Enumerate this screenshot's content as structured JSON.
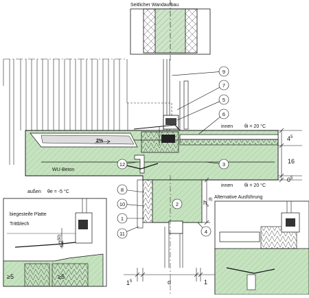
{
  "title_top": "Seitlicher Wandaufbau",
  "label_alt": "Alternative Ausführung",
  "label_wu_beton": "WU-Beton",
  "label_aussen": "außen",
  "label_aussen_temp": "θe = -5 °C",
  "label_innen": "innen",
  "label_innen_temp": "θi = 20 °C",
  "label_slope": "2%",
  "label_plate": "biegesteife Platte",
  "label_trittblech": "Trittblech",
  "dim_slab_top": "4",
  "dim_slab_top_sup": "5",
  "dim_slab_mid": "16",
  "dim_slab_bot": "0",
  "dim_slab_bot_sup": "5",
  "dim_h": "h",
  "dim_h_sub": "s",
  "dim_h_sup": "8)",
  "dim_d": "d",
  "dim_left": "1",
  "dim_left_sup": "5",
  "dim_right": "1",
  "detail_ge5_a": "≥5",
  "detail_ge5_b": "≥5",
  "detail_le2": "≤2",
  "detail_le2_sup": "50)",
  "callouts": [
    "9",
    "7",
    "5",
    "6",
    "3",
    "12",
    "8",
    "10",
    "1",
    "11",
    "2",
    "4"
  ],
  "colors": {
    "concrete": "#c5e3bf",
    "insulation": "#ffffff",
    "line": "#111111"
  }
}
